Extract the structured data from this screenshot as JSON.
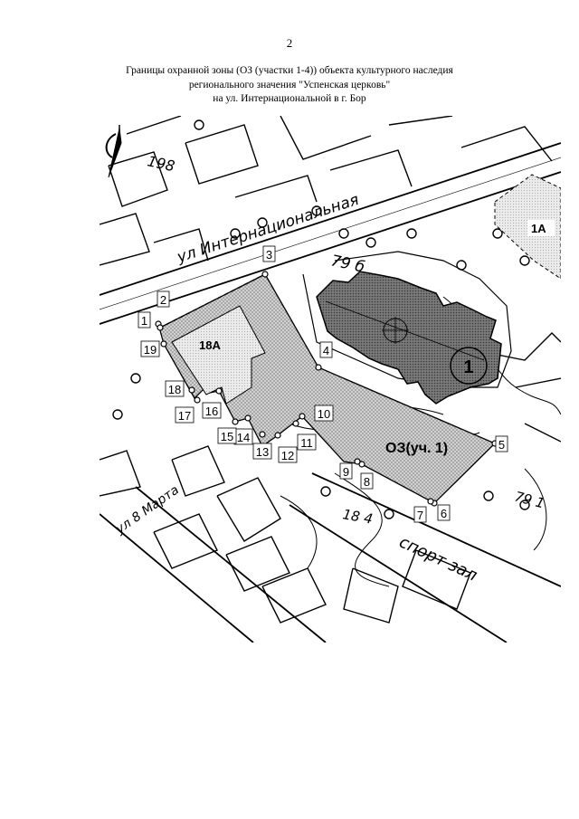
{
  "page": {
    "number": "2"
  },
  "heading": {
    "line1": "Границы охранной зоны (ОЗ (участки 1-4)) объекта культурного наследия",
    "line2": "регионального значения \"Успенская церковь\"",
    "line3": "на ул. Интернациональной в г. Бор"
  },
  "map": {
    "zone_label": "ОЗ(уч. 1)",
    "object_number": "1",
    "lots": {
      "lot_18a": "18А",
      "lot_1a": "1А"
    },
    "streets": {
      "internatsionalnaya": "ул Интернациональная",
      "vosmoe_marta": "ул 8 Марта"
    },
    "building_label": "спорт зал",
    "house_numbers": {
      "h198": "198",
      "h796": "79 б",
      "h791": "79 1",
      "h184": "18 4"
    },
    "boundary_points": [
      "1",
      "2",
      "3",
      "4",
      "5",
      "6",
      "7",
      "8",
      "9",
      "10",
      "11",
      "12",
      "13",
      "14",
      "15",
      "16",
      "17",
      "18",
      "19"
    ],
    "colors": {
      "zone_fill": "#b4b4b4",
      "church_fill": "#7a7a7a",
      "line": "#000000"
    }
  }
}
